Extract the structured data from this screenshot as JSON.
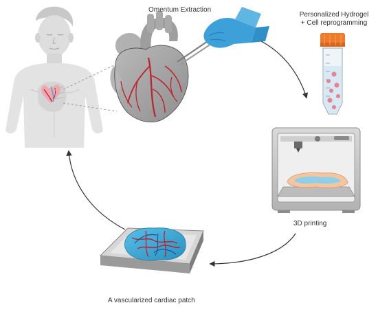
{
  "steps": {
    "extraction": {
      "label": "Omentum Extraction"
    },
    "hydrogel": {
      "line1": "Personalized Hydrogel",
      "line2": "+ Cell reprogramming"
    },
    "printing": {
      "label": "3D printing"
    },
    "patch": {
      "label": "A vascularized cardiac patch"
    }
  },
  "colors": {
    "skin": "#dedede",
    "heart_gray": "#a7a7a7",
    "vessel_red": "#c0202a",
    "glove_blue": "#3ea0d8",
    "tube_cap": "#ef7a2a",
    "gel_pink": "#e88090",
    "printer_gray": "#c9c9c9",
    "patch_blue": "#3aa7d4",
    "arrow": "#333333"
  },
  "icons": [
    "human-figure-icon",
    "heart-icon",
    "gloved-hand-icon",
    "test-tube-icon",
    "3d-printer-icon",
    "cardiac-patch-icon"
  ]
}
